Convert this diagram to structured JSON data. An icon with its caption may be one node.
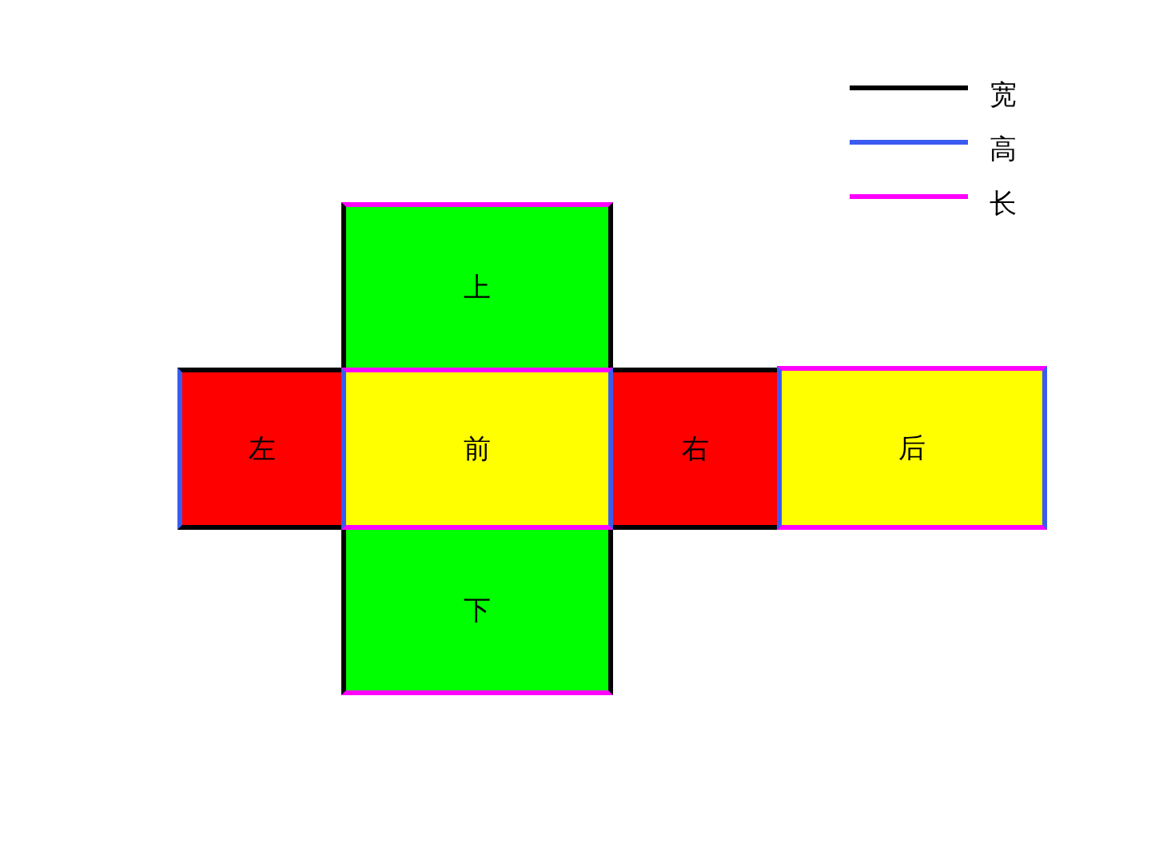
{
  "diagram": {
    "nodes": [
      {
        "text": [
          "上"
        ]
      },
      {
        "text": [
          "左"
        ]
      },
      {
        "text": [
          "前"
        ]
      },
      {
        "text": [
          "右"
        ]
      },
      {
        "text": [
          "后"
        ]
      },
      {
        "text": [
          "下"
        ]
      }
    ],
    "legend": [
      {
        "text": "宽"
      },
      {
        "text": "高"
      },
      {
        "text": "长"
      }
    ]
  }
}
